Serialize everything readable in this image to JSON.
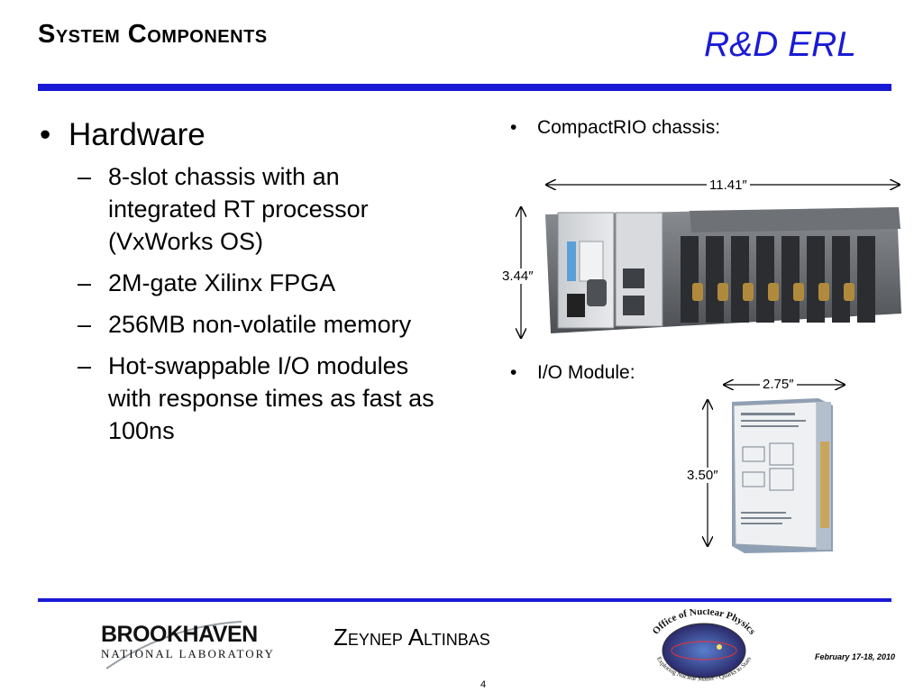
{
  "header": {
    "title": "System Components",
    "brand": "R&D ERL",
    "accent_color": "#1a1ad6"
  },
  "left": {
    "heading": "Hardware",
    "items": [
      "8-slot chassis with an integrated RT processor (VxWorks OS)",
      "2M-gate Xilinx FPGA",
      "256MB non-volatile memory",
      "Hot-swappable I/O modules with response times as fast as 100ns"
    ]
  },
  "right": {
    "chassis_label": "CompactRIO chassis:",
    "chassis_width": "11.41″",
    "chassis_height": "3.44″",
    "module_label": "I/O Module:",
    "module_width": "2.75″",
    "module_height": "3.50″"
  },
  "footer": {
    "lab_name": "BROOKHAVEN",
    "lab_sub": "NATIONAL LABORATORY",
    "presenter": "Zeynep Altinbas",
    "onp_top": "Office of Nuclear Physics",
    "onp_bottom": "Exploring Nuclear Matter - Quarks to Stars",
    "date": "February 17-18, 2010",
    "page": "4"
  }
}
